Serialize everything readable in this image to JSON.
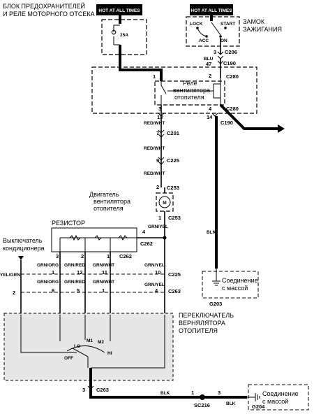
{
  "labels": {
    "fuse_block": [
      "БЛОК ПРЕДОХРАНИТЕЛЕЙ",
      "И РЕЛЕ МОТОРНОГО ОТСЕКА"
    ],
    "ignition_switch": [
      "ЗАМОК",
      "ЗАЖИГАНИЯ"
    ],
    "hot1": "HOT AT ALL TIMES",
    "hot2": "HOT AT ALL TIMES",
    "fuse": "25A",
    "lock": "LOCK",
    "start": "START",
    "acc": "ACC",
    "on": "ON",
    "relay": [
      "Реле",
      "вентилятора",
      "отопителя"
    ],
    "motor": [
      "Двигатель",
      "вентилятора",
      "отопителя"
    ],
    "resistor": "РЕЗИСТОР",
    "ac_switch": [
      "Выключатель",
      "кондиционера"
    ],
    "blower_switch": [
      "ПЕРЕКЛЮЧАТЕЛЬ",
      "ВЕРНЯЛЯТОРА",
      "ОТОПИТЕЛЯ"
    ],
    "ground1": [
      "Соединение",
      "с массой"
    ],
    "ground2": [
      "Соединение",
      "с массой"
    ],
    "motor_symbol": "M",
    "sw_lo": "LO",
    "sw_m1": "M1",
    "sw_m2": "M2",
    "sw_hi": "HI",
    "sw_off": "OFF"
  },
  "connectors": {
    "c206": "C206",
    "c190a": "C190",
    "c280a": "C280",
    "c280b": "C280",
    "c190b": "C190",
    "c201": "C201",
    "c225a": "C225",
    "c253a": "C253",
    "c253b": "C253",
    "c262a": "C262",
    "c262b": "C262",
    "c225b": "C225",
    "c263a": "C263",
    "c263b": "C263",
    "g203": "G203",
    "sc216": "SC216",
    "g204": "G204"
  },
  "wires": {
    "blu": "BLU",
    "red_wht1": "RED/WHT",
    "red_wht2": "RED/WHT",
    "red_wht3": "RED/WHT",
    "grn_yel1": "GRN/YEL",
    "grn_yel2": "GRN/YEL",
    "grn_yel3": "GRN/YEL",
    "yel_grn": "YEL/GRN",
    "grn_org1": "GRN/ORG",
    "grn_org2": "GRN/ORG",
    "grn_red1": "GRN/RED",
    "grn_red2": "GRN/RED",
    "grn_wht1": "GRN/WHT",
    "grn_wht2": "GRN/WHT",
    "blk1": "BLK",
    "blk2": "BLK",
    "blk3": "BLK"
  },
  "pins": {
    "p3a": "3",
    "p47": "47",
    "p1a": "1",
    "p2a": "2",
    "p3b": "3",
    "p4a": "4",
    "p13": "13",
    "p14": "14",
    "p7": "7",
    "p9": "9",
    "p2b": "2",
    "p1b": "1",
    "p4b": "4",
    "p3c": "3",
    "p2c": "2",
    "p1c": "1",
    "p10": "10",
    "p12": "12",
    "p11": "11",
    "p2d": "2",
    "p6": "6",
    "p5": "5",
    "p1d": "1",
    "p4c": "4",
    "p3d": "3",
    "p1e": "1",
    "p3e": "3"
  },
  "colors": {
    "ink": "#000000",
    "panel": "#e6e6e6",
    "background": "#ffffff"
  }
}
